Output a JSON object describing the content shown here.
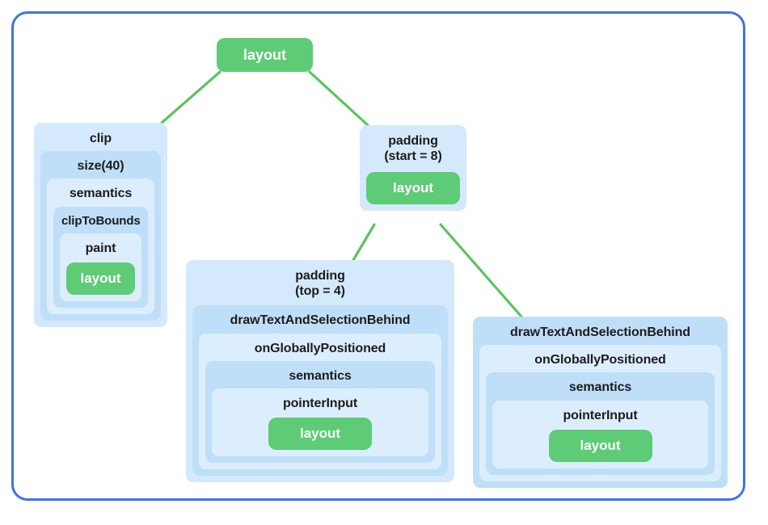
{
  "diagram": {
    "title": "compose-modifier-layout-tree",
    "frame_color": "#4072e8",
    "node_color_a": "#d4e9fb",
    "node_color_b": "#bfdff8",
    "layout_pill_color": "#5ecb76",
    "edge_color": "#5ac45f",
    "text_color": "#1c1c1c",
    "type": "tree"
  },
  "nodes": {
    "root": {
      "label": "layout"
    },
    "clip": {
      "label": "clip",
      "chain": [
        "size(40)",
        "semantics",
        "clipToBounds",
        "paint"
      ],
      "leaf": "layout"
    },
    "padding_start": {
      "label": "padding\n(start = 8)",
      "leaf": "layout"
    },
    "padding_top": {
      "label": "padding\n(top = 4)",
      "chain": [
        "drawTextAndSelectionBehind",
        "onGloballyPositioned",
        "semantics",
        "pointerInput"
      ],
      "leaf": "layout"
    },
    "draw_right": {
      "label": "drawTextAndSelectionBehind",
      "chain": [
        "onGloballyPositioned",
        "semantics",
        "pointerInput"
      ],
      "leaf": "layout"
    }
  },
  "edges": [
    {
      "from": "root",
      "to": "clip"
    },
    {
      "from": "root",
      "to": "padding_start"
    },
    {
      "from": "padding_start",
      "to": "padding_top"
    },
    {
      "from": "padding_start",
      "to": "draw_right"
    }
  ]
}
